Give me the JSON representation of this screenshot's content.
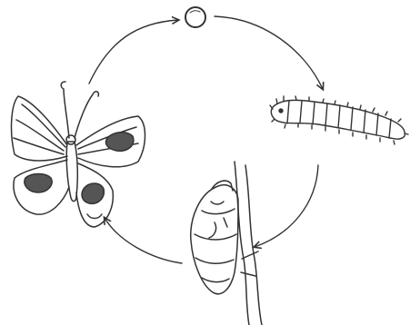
{
  "diagram": {
    "type": "life-cycle",
    "stages": [
      {
        "id": "egg",
        "icon": "egg-icon"
      },
      {
        "id": "larva",
        "icon": "caterpillar-icon"
      },
      {
        "id": "pupa",
        "icon": "chrysalis-icon"
      },
      {
        "id": "adult",
        "icon": "butterfly-icon"
      }
    ],
    "arrows": [
      {
        "from": "egg",
        "to": "larva"
      },
      {
        "from": "larva",
        "to": "pupa"
      },
      {
        "from": "pupa",
        "to": "adult"
      },
      {
        "from": "adult",
        "to": "egg"
      }
    ]
  },
  "colors": {
    "ink": "#333333",
    "shade": "#555555",
    "paper": "#ffffff"
  }
}
